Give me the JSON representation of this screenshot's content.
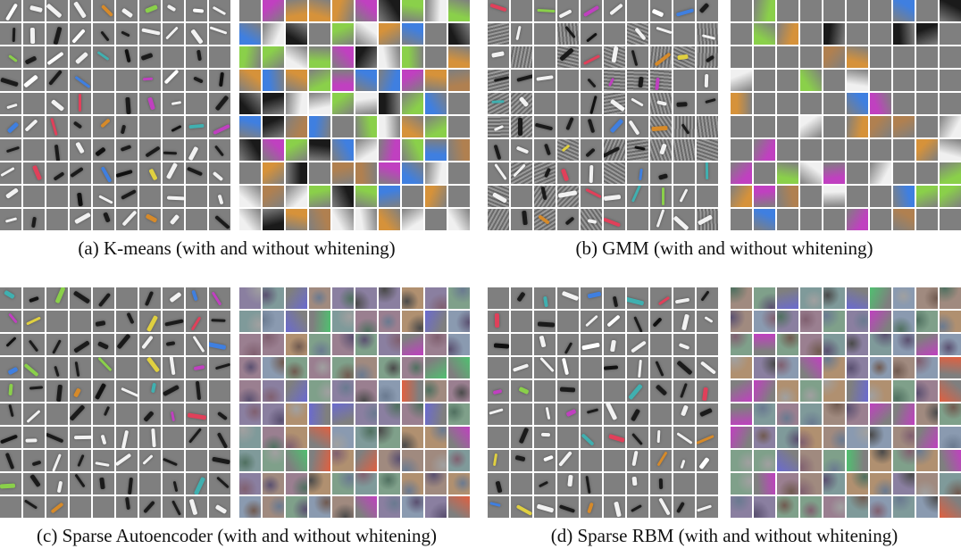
{
  "figure": {
    "panels": [
      {
        "id": "a",
        "caption": "(a)  K-means (with and without whitening)",
        "style_left": "kmeans-white",
        "style_right": "kmeans-raw"
      },
      {
        "id": "b",
        "caption": "(b)  GMM (with and without whitening)",
        "style_left": "gmm-white",
        "style_right": "gmm-raw"
      },
      {
        "id": "c",
        "caption": "(c)  Sparse Autoencoder (with and without whitening)",
        "style_left": "sae-white",
        "style_right": "sae-raw"
      },
      {
        "id": "d",
        "caption": "(d)  Sparse RBM (with and without whitening)",
        "style_left": "rbm-white",
        "style_right": "rbm-raw"
      }
    ],
    "grid_rows": 10,
    "grid_cols": 10,
    "colors": {
      "background": "#ffffff",
      "patch_gray": "#7f7f7f",
      "accent_palette": [
        "#e0405a",
        "#3f7fe0",
        "#d68a2a",
        "#8ad04a",
        "#c040c0",
        "#40b0b0",
        "#e0d040",
        "#ffffff",
        "#101010"
      ]
    }
  }
}
